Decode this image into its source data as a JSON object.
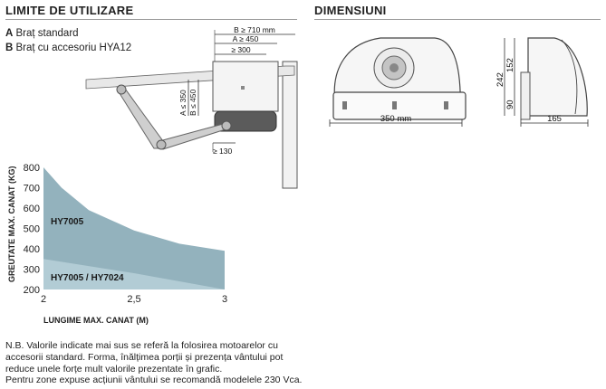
{
  "left_title": "LIMITE DE UTILIZARE",
  "right_title": "DIMENSIUNI",
  "legend": [
    {
      "key": "A",
      "text": "Braț standard"
    },
    {
      "key": "B",
      "text": "Braț cu accesoriu HYA12"
    }
  ],
  "installation": {
    "b_width": "B ≥ 710 mm",
    "a_width": "A ≥ 450",
    "min_depth": "≥ 300",
    "a_height": "A ≤ 350",
    "b_height": "B ≤ 450",
    "min_offset": "≥ 130"
  },
  "chart_data": {
    "type": "area",
    "ylabel": "GREUTATE MAX. CANAT (KG)",
    "xlabel": "LUNGIME MAX. CANAT (M)",
    "yticks": [
      "800",
      "700",
      "600",
      "500",
      "400",
      "300",
      "200"
    ],
    "xticks": [
      "2",
      "2,5",
      "3"
    ],
    "ylim": [
      200,
      800
    ],
    "xlim": [
      2,
      3
    ],
    "series": [
      {
        "name": "HY7005",
        "x": [
          2.0,
          2.1,
          2.25,
          2.5,
          2.75,
          3.0
        ],
        "y": [
          800,
          700,
          590,
          490,
          425,
          390
        ]
      },
      {
        "name": "HY7005 / HY7024",
        "x": [
          2.0,
          2.5,
          3.0
        ],
        "y": [
          350,
          280,
          200
        ]
      }
    ],
    "colors": {
      "upper": "#93b2bd",
      "lower": "#b2ccd5"
    }
  },
  "dimensions": {
    "width": "350 mm",
    "height_total": "242",
    "height_top": "152",
    "height_bottom": "90",
    "depth": "165"
  },
  "notes": [
    "N.B. Valorile indicate mai sus se referă la folosirea motoarelor cu accesorii standard. Forma, înălțimea porții și prezența vântului pot reduce unele forțe mult valorile prezentate în grafic.",
    "Pentru zone expuse acțiunii vântului se recomandă modelele 230 Vca."
  ]
}
